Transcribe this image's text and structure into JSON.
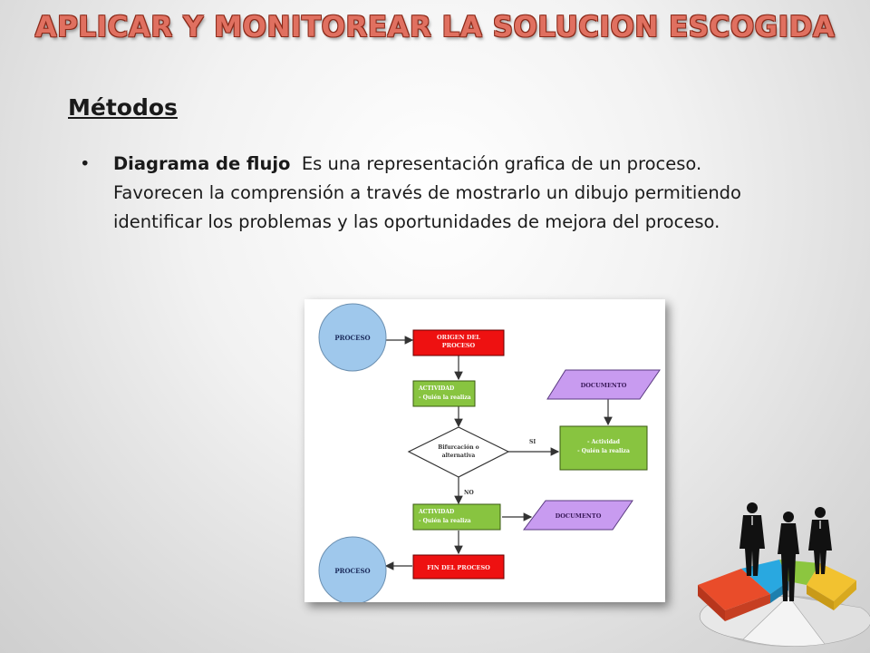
{
  "slide": {
    "title": "APLICAR Y MONITOREAR LA SOLUCION ESCOGIDA",
    "heading": "Métodos",
    "bullet": {
      "marker": "•",
      "term": "Diagrama de flujo",
      "text": "Es una representación grafica de un proceso. Favorecen la comprensión a través de mostrarlo un dibujo permitiendo identificar los problemas y las oportunidades de mejora del proceso."
    }
  },
  "flowchart": {
    "start": "PROCESO",
    "origin": [
      "ORIGEN DEL",
      "PROCESO"
    ],
    "activity1": [
      "ACTIVIDAD",
      "- Quién la realiza"
    ],
    "decision": [
      "Bifurcación o",
      "alternativa"
    ],
    "yes_label": "SI",
    "no_label": "NO",
    "activity2": [
      "ACTIVIDAD",
      "- Quién la realiza"
    ],
    "end": "FIN DEL PROCESO",
    "end_circle": "PROCESO",
    "doc1": "DOCUMENTO",
    "side_activity": [
      "- Actividad",
      "- Quién la realiza"
    ],
    "doc2": "DOCUMENTO"
  },
  "colors": {
    "title": "#e07060",
    "red_box": "#ee1111",
    "green_box": "#88c440",
    "purple": "#c89bf0",
    "circle": "#9fc8ec"
  }
}
